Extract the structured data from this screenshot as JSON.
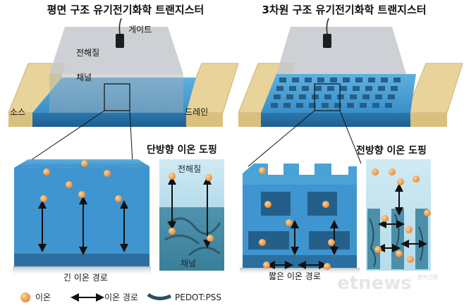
{
  "left": {
    "title": "평면 구조 유기전기화학 트랜지스터",
    "gate": "게이트",
    "electrolyte": "전해질",
    "channel": "채널",
    "source": "소스",
    "drain": "드레인",
    "zoom_caption": "긴 이온 경로"
  },
  "right": {
    "title": "3차원 구조 유기전기화학 트랜지스터",
    "zoom_caption": "짧은 이온 경로"
  },
  "panel_uni": {
    "title": "단방향 이온 도핑",
    "electrolyte": "전해질",
    "channel": "채널"
  },
  "panel_omni": {
    "title": "전방향 이온 도핑"
  },
  "legend": {
    "ion": "이온",
    "ion_path": "이온 경로",
    "pedot": "PEDOT:PSS"
  },
  "watermark": {
    "logo": "etnews",
    "small": "전자신문"
  },
  "colors": {
    "channel_blue": "#2f7fb5",
    "electrolyte_gray": "#b8bcc2",
    "electrode_gold": "#e8d49a",
    "ion_orange": "#f0a04a"
  }
}
